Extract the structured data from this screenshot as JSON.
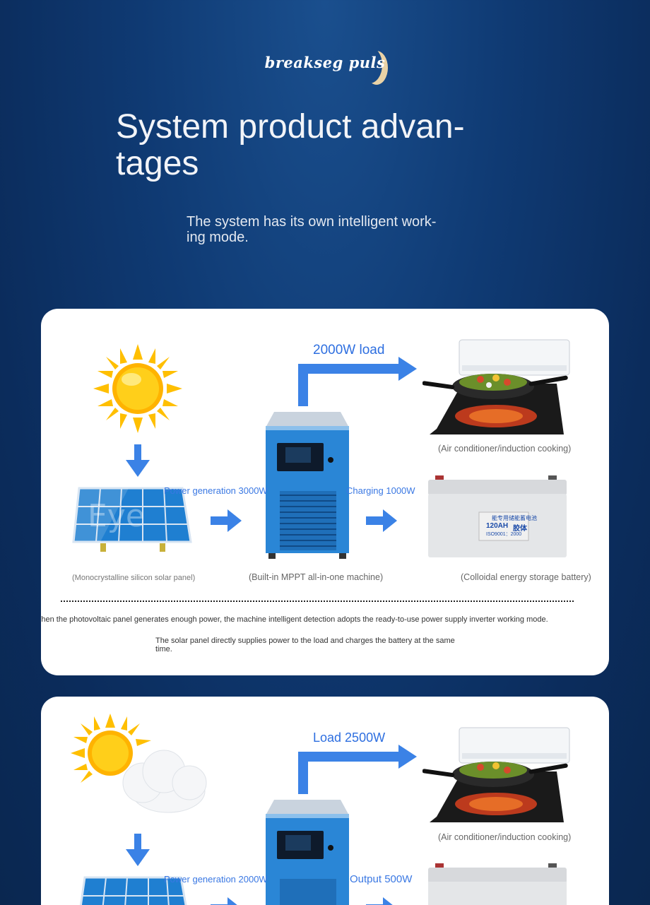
{
  "header": {
    "logo_text": "breakseg puls",
    "title": "System product advan-\ntages",
    "subtitle": "The system has its own intelligent work-\ning mode."
  },
  "card1": {
    "load_label": "2000W load",
    "appliance_caption": "(Air conditioner/induction cooking)",
    "generation_label": "Power generation 3000W",
    "charging_label": "Charging 1000W",
    "panel_caption": "(Monocrystalline silicon solar panel)",
    "machine_caption": "(Built-in MPPT all-in-one machine)",
    "battery_caption": "(Colloidal energy storage battery)",
    "battery_label": "120AH",
    "battery_label_cn": "胶体",
    "battery_cert": "ISO9001：2000",
    "battery_title_cn": "能专用储能蓄电池",
    "watermark": "Eye",
    "note1": "When the photovoltaic panel generates enough power, the machine intelligent detection adopts the ready-to-use power supply inverter working mode.",
    "note2": "The solar panel directly supplies power to the load and charges the battery at the same time."
  },
  "card2": {
    "load_label": "Load 2500W",
    "appliance_caption": "(Air conditioner/induction cooking)",
    "generation_label": "Power generation 2000W",
    "output_label": "Output 500W"
  },
  "colors": {
    "accent_blue": "#2e6fe0",
    "arrow_blue": "#3b82e6",
    "machine_blue": "#2a86d6",
    "background_navy": "#0f3a73",
    "sun_yellow": "#ffbf00"
  }
}
